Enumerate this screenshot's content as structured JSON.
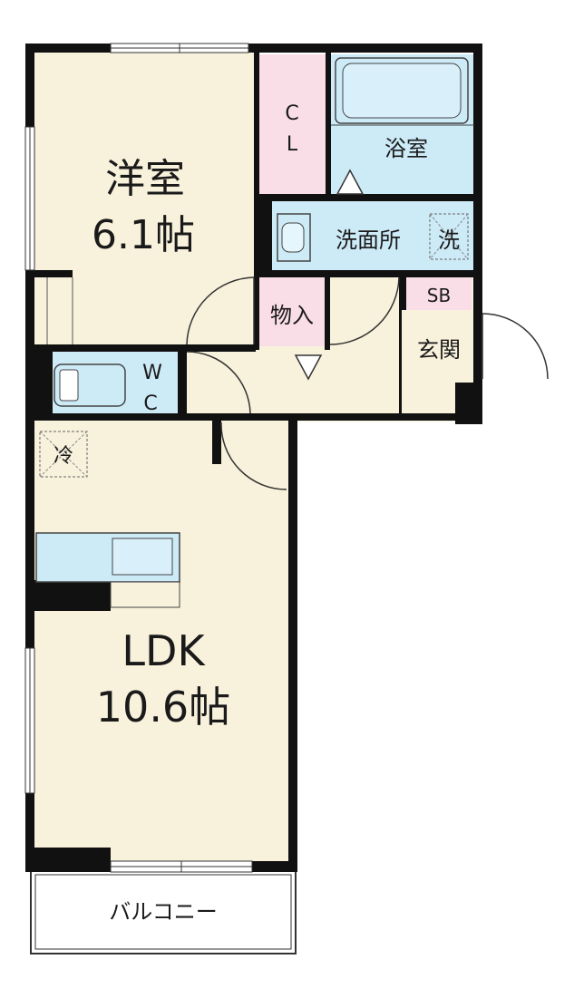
{
  "rooms": {
    "western": {
      "name": "洋室",
      "size": "6.1帖"
    },
    "closet": {
      "line1": "C",
      "line2": "L"
    },
    "bath": {
      "name": "浴室"
    },
    "washroom": {
      "name": "洗面所"
    },
    "washer_space": {
      "label": "洗"
    },
    "storage": {
      "name": "物入"
    },
    "shoe_box": {
      "label": "SB"
    },
    "entrance": {
      "name": "玄関"
    },
    "toilet": {
      "line1": "W",
      "line2": "C"
    },
    "fridge_space": {
      "label": "冷"
    },
    "ldk": {
      "name": "LDK",
      "size": "10.6帖"
    },
    "balcony": {
      "name": "バルコニー"
    }
  },
  "colors": {
    "floor_beige": "#f8f1dc",
    "wet_blue": "#cdeaf7",
    "closet_pink": "#f9dde7",
    "wall_black": "#111111",
    "balcony_white": "#ffffff"
  }
}
